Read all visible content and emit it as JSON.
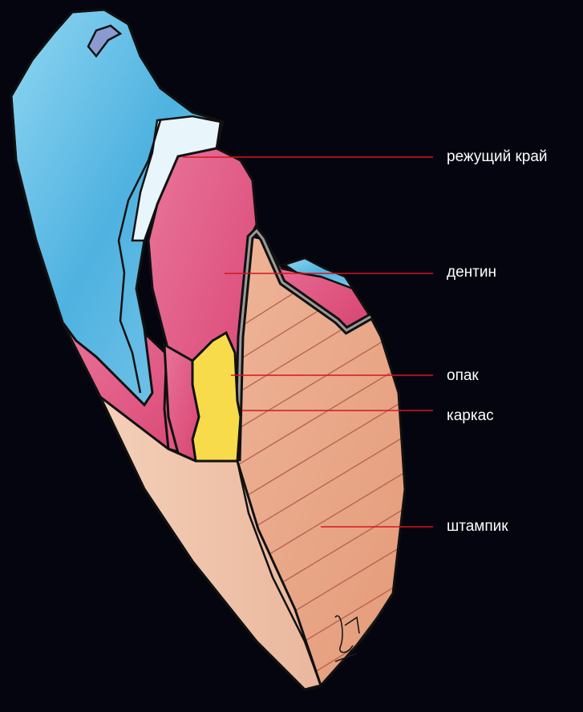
{
  "labels": {
    "incisal_edge": "режущий край",
    "dentin": "дентин",
    "opaque": "опак",
    "framework": "каркас",
    "die": "штампик"
  },
  "colors": {
    "background": "#05050f",
    "label_text": "#ffffff",
    "leader_line": "#d8141e",
    "enamel_blue": "#5cbde6",
    "dentin_pink": "#e0527e",
    "opaque_yellow": "#f7db4a",
    "die_peach": "#e9a585",
    "root_peach": "#f2c6ac",
    "outline": "#111111"
  }
}
